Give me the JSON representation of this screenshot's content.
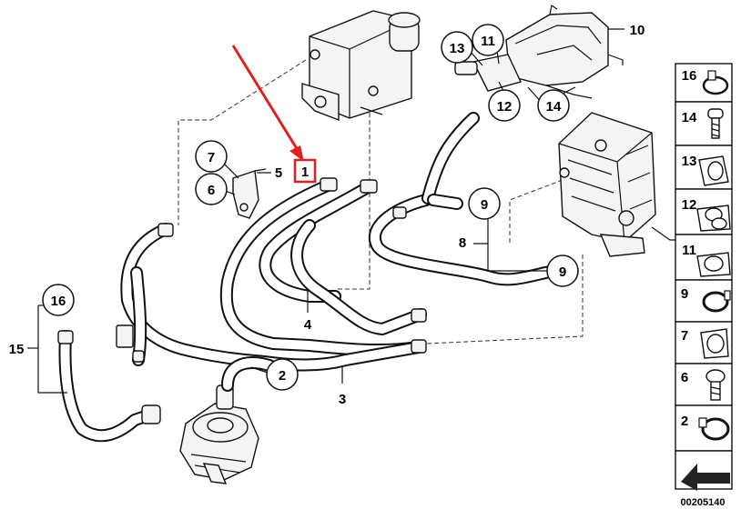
{
  "diagram_id": "00205140",
  "highlight_label": "1",
  "highlight_color": "#e02020",
  "callouts": {
    "c2": "2",
    "c3": "3",
    "c4": "4",
    "c5": "5",
    "c6": "6",
    "c7": "7",
    "c8": "8",
    "c9a": "9",
    "c9b": "9",
    "c10": "10",
    "c11": "11",
    "c12": "12",
    "c13": "13",
    "c14": "14",
    "c15": "15",
    "c16": "16"
  },
  "legend": [
    "16",
    "14",
    "13",
    "12",
    "11",
    "9",
    "7",
    "6",
    "2"
  ]
}
